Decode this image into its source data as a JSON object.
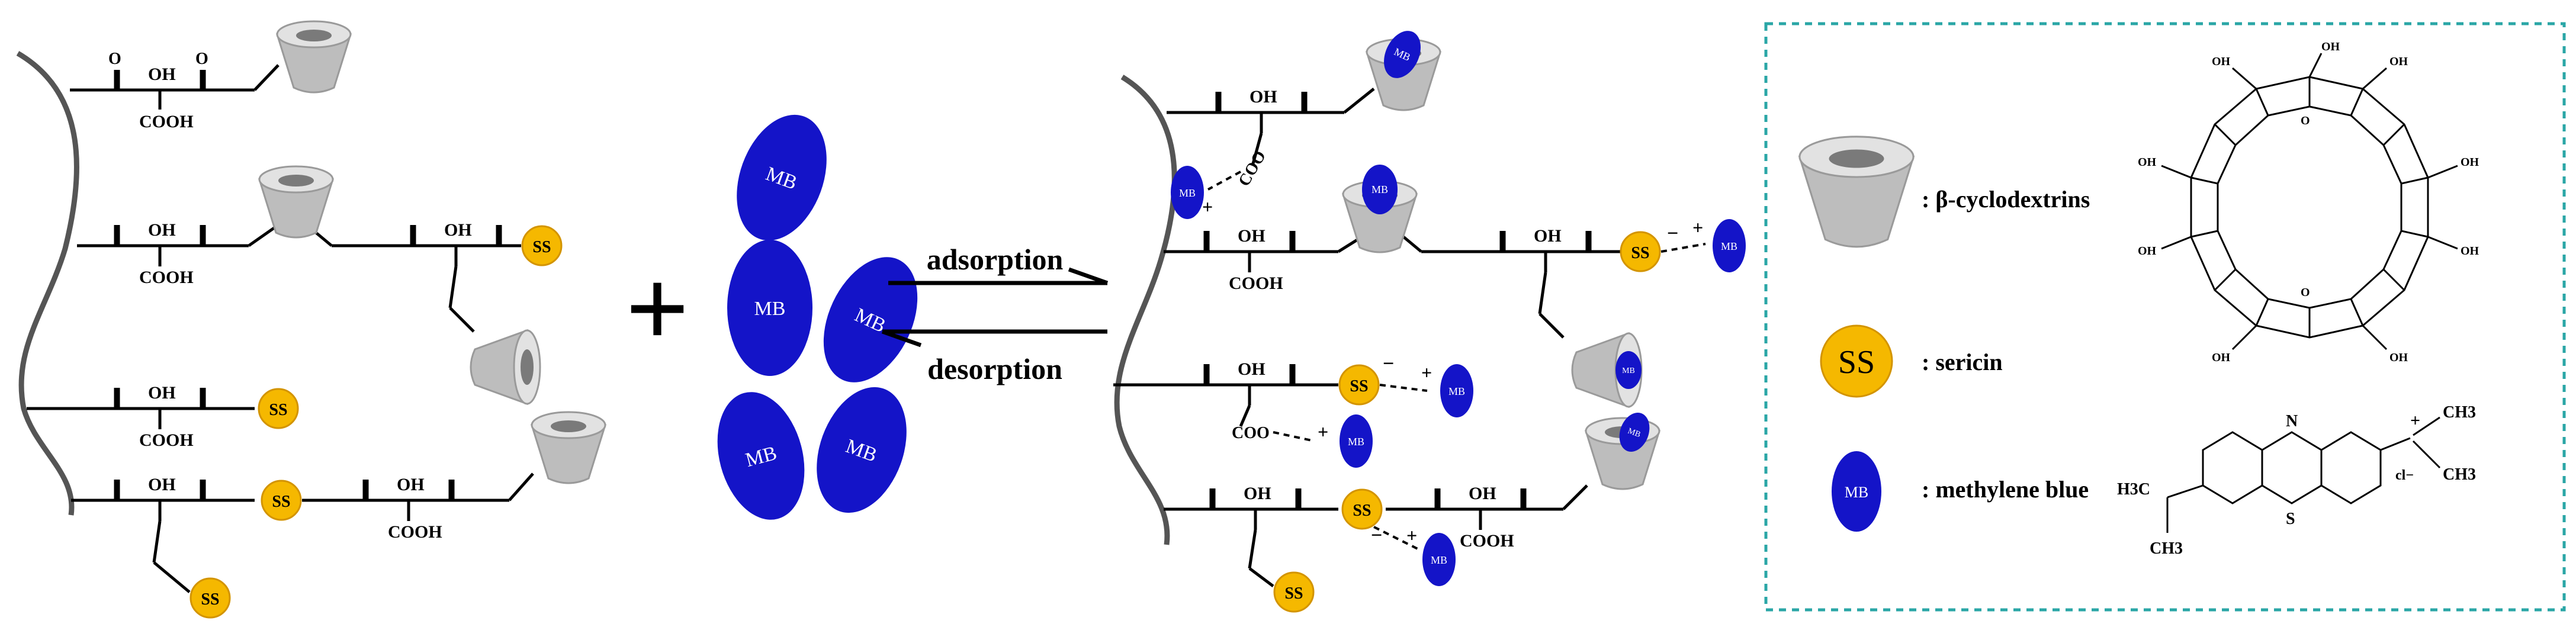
{
  "labels": {
    "cooh": "COOH",
    "oh": "OH",
    "o": "O",
    "coo": "COO",
    "ss": "SS",
    "mb": "MB",
    "plus": "+",
    "minus": "−",
    "big_plus": "+"
  },
  "equilibrium": {
    "forward": "adsorption",
    "backward": "desorption"
  },
  "legend": {
    "items": [
      {
        "symbol": "beta-cyclodextrin-cup",
        "label": ": β-cyclodextrins"
      },
      {
        "symbol": "sericin-circle",
        "symbol_text": "SS",
        "label": ": sericin"
      },
      {
        "symbol": "methylene-blue-ellipse",
        "symbol_text": "MB",
        "label": ": methylene blue"
      }
    ],
    "mb_structure": {
      "n": "N",
      "s": "S",
      "left_group": "H3C",
      "left_ch3": "CH3",
      "right_ch3_top": "CH3",
      "right_ch3_bottom": "CH3",
      "counter_ion": "cl−",
      "charge": "+"
    },
    "cd_structure": {
      "oh": "OH",
      "o": "O"
    }
  },
  "colors": {
    "sericin": "#f5b800",
    "sericin_stroke": "#d39400",
    "methylene_blue": "#1414c8",
    "cd_light": "#cfcfcf",
    "cd_dark": "#8a8a8a",
    "chain": "#555555",
    "legend_border": "#2aa6a6"
  }
}
